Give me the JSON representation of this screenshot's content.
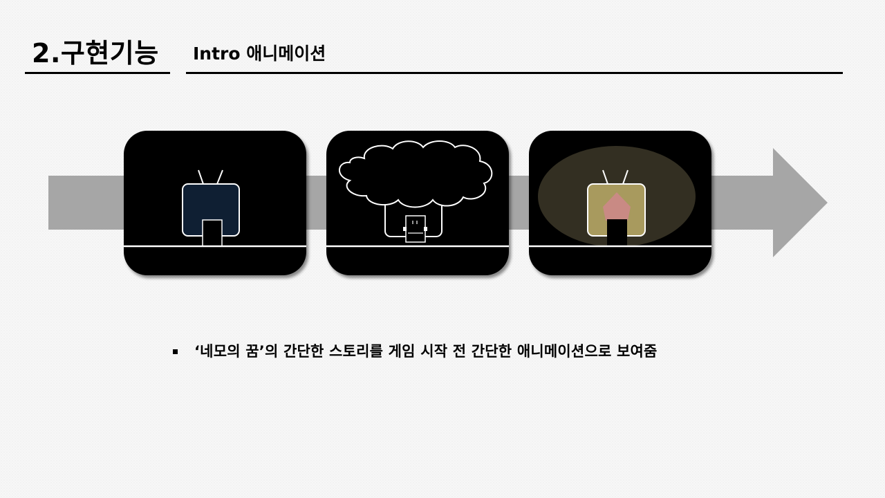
{
  "header": {
    "section_title": "2.구현기능",
    "subtitle": "Intro 애니메이션"
  },
  "frames": [
    {
      "name": "tv-off"
    },
    {
      "name": "tv-dream-cloud"
    },
    {
      "name": "tv-light"
    }
  ],
  "colors": {
    "arrow": "#a6a6a6",
    "panel_bg": "#000000",
    "tv_screen_dark": "#0f1f33",
    "tv_screen_lit": "#a89a5e",
    "glow": "#332f22",
    "house_roof": "#c98a84"
  },
  "description": {
    "text": "‘네모의 꿈’의 간단한 스토리를 게임 시작 전 간단한 애니메이션으로 보여줌"
  }
}
